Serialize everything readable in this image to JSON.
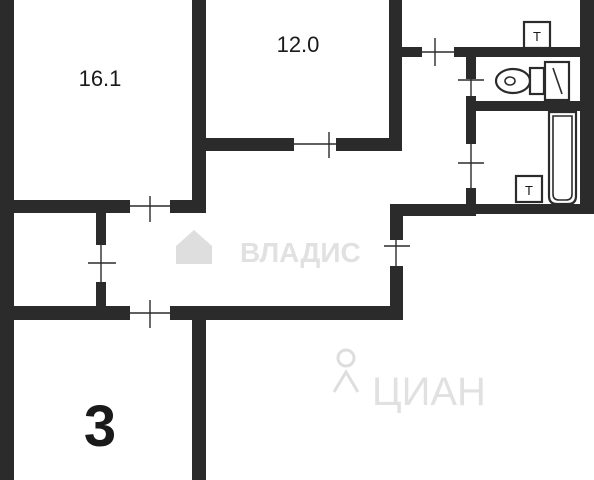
{
  "rooms": {
    "room_a_area": "16.1",
    "room_b_area": "12.0",
    "room_count": "3"
  },
  "fixtures": {
    "tap_letter": "T"
  },
  "watermarks": {
    "vladis": "ВЛАДИС",
    "cian": "ЦИАН"
  }
}
